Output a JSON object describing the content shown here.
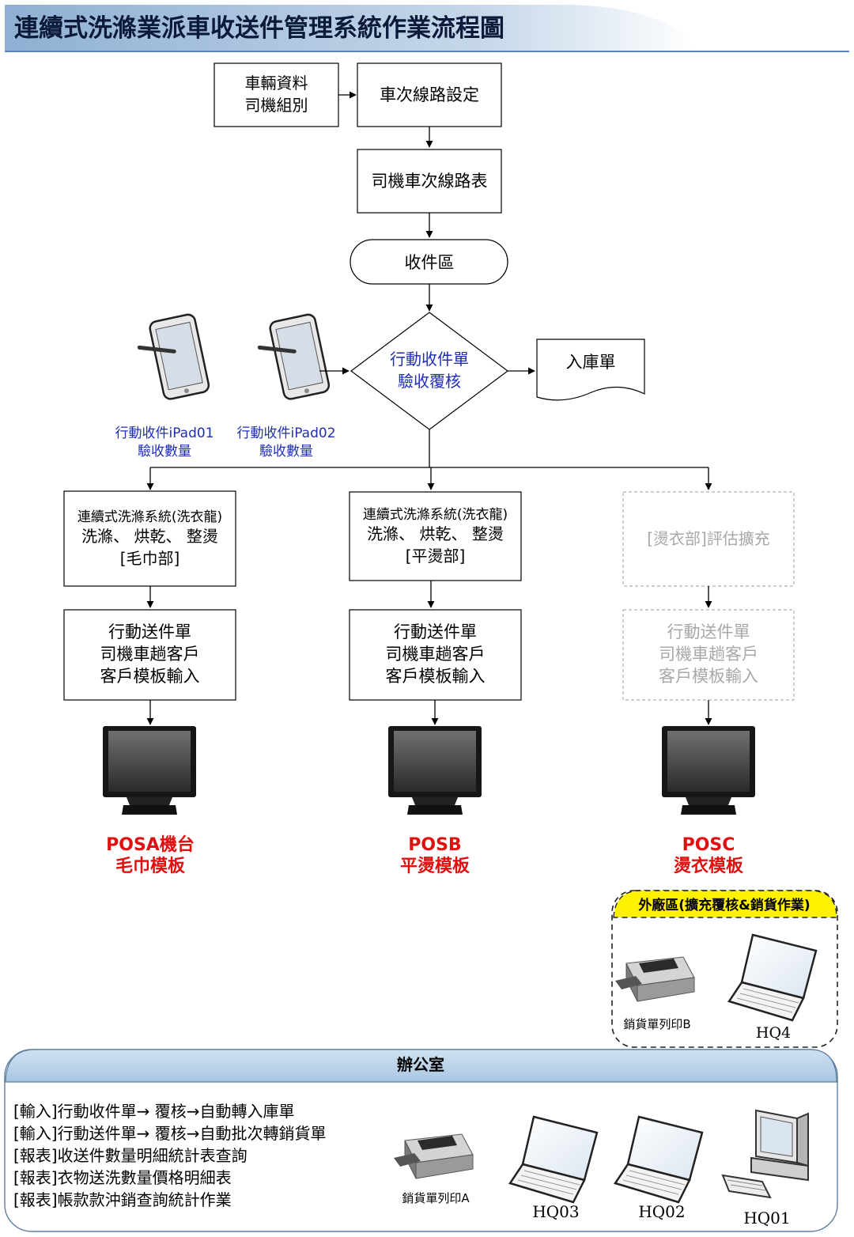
{
  "title": "連續式洗滌業派車收送件管理系統作業流程圖",
  "colors": {
    "title_band": "#a9c3de",
    "blue_text": "#1f2fb0",
    "red_text": "#e01010",
    "gray_text": "#a8a8a8",
    "yellow_tab": "#fff200",
    "office_header": "#b8d4ea"
  },
  "nodes": {
    "vehicle": [
      "車輛資料",
      "司機組別"
    ],
    "route_setting": "車次線路設定",
    "route_table": "司機車次線路表",
    "receive_area": "收件區",
    "verify": [
      "行動收件單",
      "驗收覆核"
    ],
    "warehouse_slip": "入庫單",
    "ipad01": {
      "line1": "行動收件iPad01",
      "line2": "驗收數量",
      "icon": "tablet-icon"
    },
    "ipad02": {
      "line1": "行動收件iPad02",
      "line2": "驗收數量",
      "icon": "tablet-icon"
    },
    "wash_a": [
      "連續式洗滌系統(洗衣龍)",
      "洗滌、 烘乾、 整燙",
      "[毛巾部]"
    ],
    "wash_b": [
      "連續式洗滌系統(洗衣龍)",
      "洗滌、 烘乾、 整燙",
      "[平燙部]"
    ],
    "wash_c": "[燙衣部]評估擴充",
    "delivery_a": [
      "行動送件單",
      "司機車趟客戶",
      "客戶模板輸入"
    ],
    "delivery_b": [
      "行動送件單",
      "司機車趟客戶",
      "客戶模板輸入"
    ],
    "delivery_c": [
      "行動送件單",
      "司機車趟客戶",
      "客戶模板輸入"
    ],
    "posa": [
      "POSA機台",
      "毛巾模板"
    ],
    "posb": [
      "POSB",
      "平燙模板"
    ],
    "posc": [
      "POSC",
      "燙衣模板"
    ]
  },
  "outsource": {
    "title": "外廠區(擴充覆核&銷貨作業)",
    "printer_label": "銷貨單列印B",
    "laptop_label": "HQ4"
  },
  "office": {
    "title": "辦公室",
    "items": [
      "[輸入]行動收件單→ 覆核→自動轉入庫單",
      "[輸入]行動送件單→ 覆核→自動批次轉銷貨單",
      "[報表]收送件數量明細統計表查詢",
      "[報表]衣物送洗數量價格明細表",
      "[報表]帳款款沖銷查詢統計作業"
    ],
    "printer_label": "銷貨單列印A",
    "devices": [
      "HQ03",
      "HQ02",
      "HQ01"
    ]
  }
}
